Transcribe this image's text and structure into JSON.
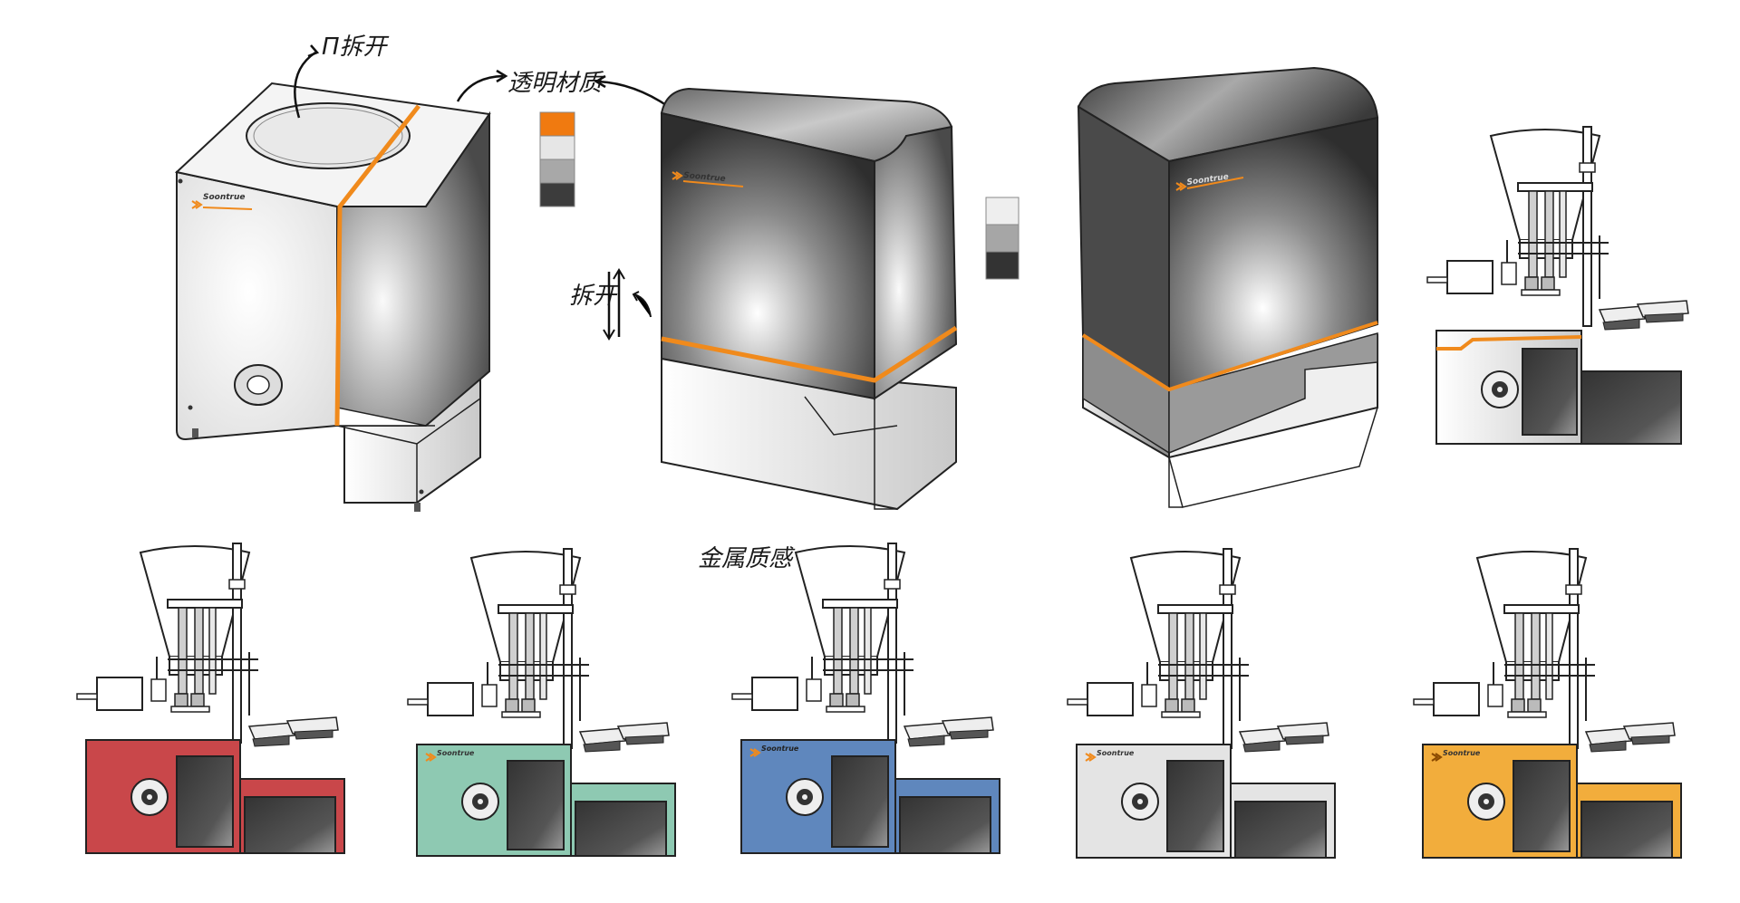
{
  "brand": {
    "name": "Soontrue"
  },
  "annotations": {
    "top": "Π拆开",
    "transparent": "透明材质",
    "split": "拆开",
    "metal": "金属质感"
  },
  "colors": {
    "orange": "#f08a1c",
    "swatches_1": [
      "#f07a10",
      "#e6e6e6",
      "#a8a8a8",
      "#3c3c3c"
    ],
    "swatches_2": [
      "#eeeeee",
      "#a6a6a6",
      "#333333"
    ],
    "variants": [
      "#c9474a",
      "#8ec9b2",
      "#5f87bd",
      "#e4e4e4",
      "#f2ad3c"
    ]
  },
  "icons": [
    "arrow-icon",
    "split-arrows-icon",
    "color-swatch",
    "brand-logo-icon"
  ]
}
